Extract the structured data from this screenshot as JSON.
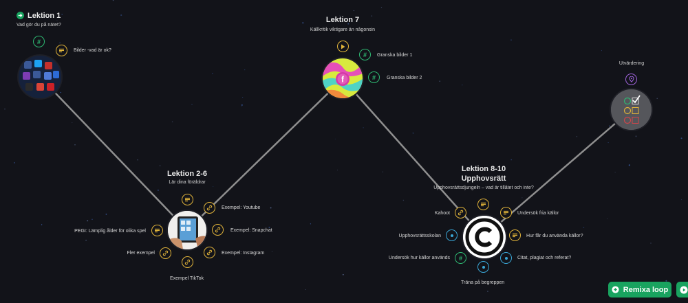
{
  "colors": {
    "background": "#121319",
    "path": "#8f8f8f",
    "yellow": "#e0b33a",
    "green": "#2eb872",
    "blue": "#3aa6d6",
    "purple": "#9e63d9",
    "remix": "#19a35f"
  },
  "lesson1": {
    "title": "Lektion 1",
    "subtitle": "Vad gör du på nätet?",
    "items": {
      "hash": {
        "icon": "hash-icon"
      },
      "bilder": {
        "icon": "text-lines-icon",
        "label": "Bilder -vad är ok?"
      }
    }
  },
  "lesson2": {
    "title": "Lektion 2-6",
    "subtitle": "Lär dina föräldrar",
    "items": {
      "top": {
        "icon": "text-lines-icon"
      },
      "youtube": {
        "icon": "link-icon",
        "label": "Exempel: Youtube"
      },
      "snapchat": {
        "icon": "link-icon",
        "label": "Exempel: Snapchat"
      },
      "instagram": {
        "icon": "link-icon",
        "label": "Exempel: Instagram"
      },
      "tiktok": {
        "icon": "link-icon",
        "label": "Exempel TikTok"
      },
      "fler": {
        "icon": "link-icon",
        "label": "Fler exempel"
      },
      "pegi": {
        "icon": "text-lines-icon",
        "label": "PEGI: Lämplig ålder för olika spel"
      }
    }
  },
  "lesson7": {
    "title": "Lektion 7",
    "subtitle": "Källkritik viktigare än någonsin",
    "items": {
      "play": {
        "icon": "play-icon"
      },
      "granska1": {
        "icon": "hash-icon",
        "label": "Granska bilder 1"
      },
      "granska2": {
        "icon": "hash-icon",
        "label": "Granska bilder 2"
      }
    }
  },
  "lesson8": {
    "title": "Lektion 8-10",
    "title2": "Upphovsrätt",
    "subtitle": "Upphovsrättsdjungeln – vad är tillåtet och inte?",
    "items": {
      "kahoot": {
        "icon": "link-icon",
        "label": "Kahoot"
      },
      "top": {
        "icon": "text-lines-icon"
      },
      "fria": {
        "icon": "text-lines-icon",
        "label": "Undersök fria källor"
      },
      "hurfar": {
        "icon": "text-lines-icon",
        "label": "Hur får du använda källor?"
      },
      "citat": {
        "icon": "dot-icon",
        "label": "Citat, plagiat och referat?"
      },
      "trana": {
        "icon": "dot-icon",
        "label": "Träna på begreppen"
      },
      "anvands": {
        "icon": "hash-icon",
        "label": "Undersök hur källor används"
      },
      "skolan": {
        "icon": "dot-icon",
        "label": "Upphovsrättsskolan"
      }
    }
  },
  "evaluation": {
    "title": "Utvärdering",
    "icon": "location-pin-icon"
  },
  "remix": {
    "label": "Remixa loop"
  }
}
